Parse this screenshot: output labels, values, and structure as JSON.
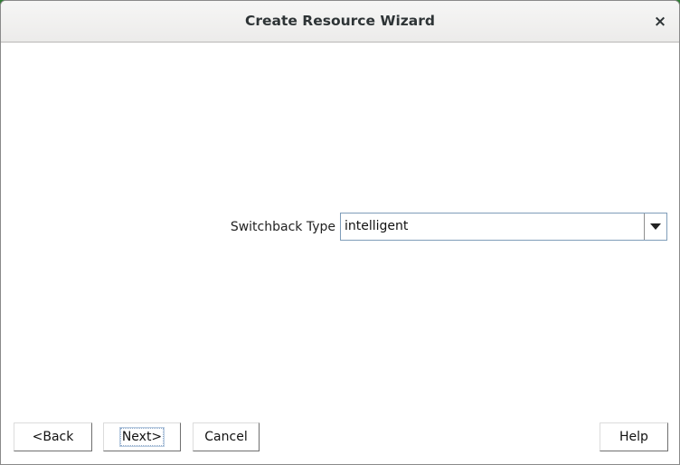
{
  "window": {
    "title": "Create Resource Wizard",
    "close_glyph": "×"
  },
  "form": {
    "switchback_label": "Switchback Type",
    "switchback_value": "intelligent",
    "dropdown_icon": "chevron-down-icon"
  },
  "buttons": {
    "back_label": "<Back",
    "next_label": "Next>",
    "cancel_label": "Cancel",
    "help_label": "Help"
  }
}
